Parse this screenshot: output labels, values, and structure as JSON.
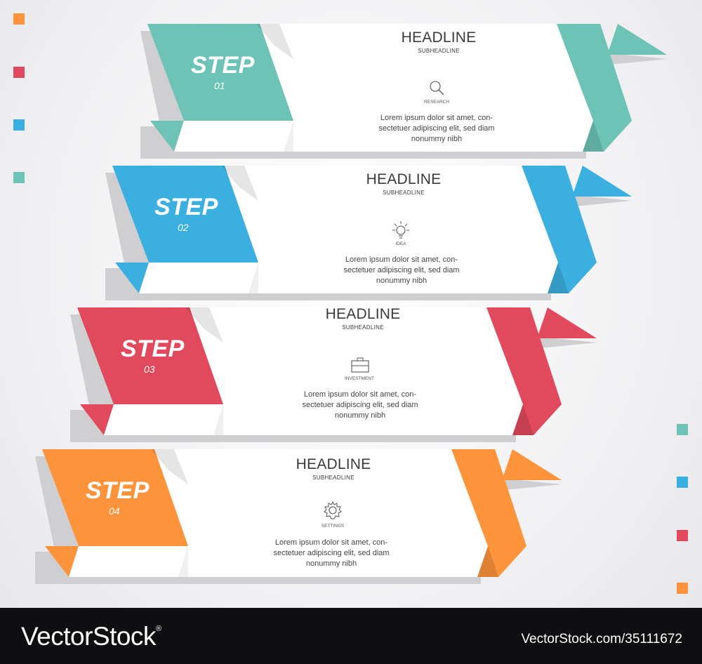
{
  "colors": {
    "teal": "#6dc3b6",
    "blue": "#3bb0e0",
    "red": "#e1495c",
    "orange": "#fd933a",
    "shadow": "#cfcfd1",
    "footer_bg": "#0f0f11"
  },
  "steps": [
    {
      "word": "STEP",
      "number": "01",
      "headline": "HEADLINE",
      "subheadline": "SUBHEADLINE",
      "icon": "search-icon",
      "icon_label": "RESEARCH",
      "body": [
        "Lorem ipsum dolor sit amet, con-",
        "sectetuer adipiscing elit, sed diam",
        "nonummy nibh"
      ],
      "color": "#6dc3b6"
    },
    {
      "word": "STEP",
      "number": "02",
      "headline": "HEADLINE",
      "subheadline": "SUBHEADLINE",
      "icon": "lightbulb-icon",
      "icon_label": "IDEA",
      "body": [
        "Lorem ipsum dolor sit amet, con-",
        "sectetuer adipiscing elit, sed diam",
        "nonummy nibh"
      ],
      "color": "#3bb0e0"
    },
    {
      "word": "STEP",
      "number": "03",
      "headline": "HEADLINE",
      "subheadline": "SUBHEADLINE",
      "icon": "briefcase-icon",
      "icon_label": "INVESTMENT",
      "body": [
        "Lorem ipsum dolor sit amet, con-",
        "sectetuer adipiscing elit, sed diam",
        "nonummy nibh"
      ],
      "color": "#e1495c"
    },
    {
      "word": "STEP",
      "number": "04",
      "headline": "HEADLINE",
      "subheadline": "SUBHEADLINE",
      "icon": "gear-icon",
      "icon_label": "SETTINGS",
      "body": [
        "Lorem ipsum dolor sit amet, con-",
        "sectetuer adipiscing elit, sed diam",
        "nonummy nibh"
      ],
      "color": "#fd933a"
    }
  ],
  "footer": {
    "brand": "VectorStock",
    "registered": "®",
    "image_id": "VectorStock.com/35111672"
  }
}
